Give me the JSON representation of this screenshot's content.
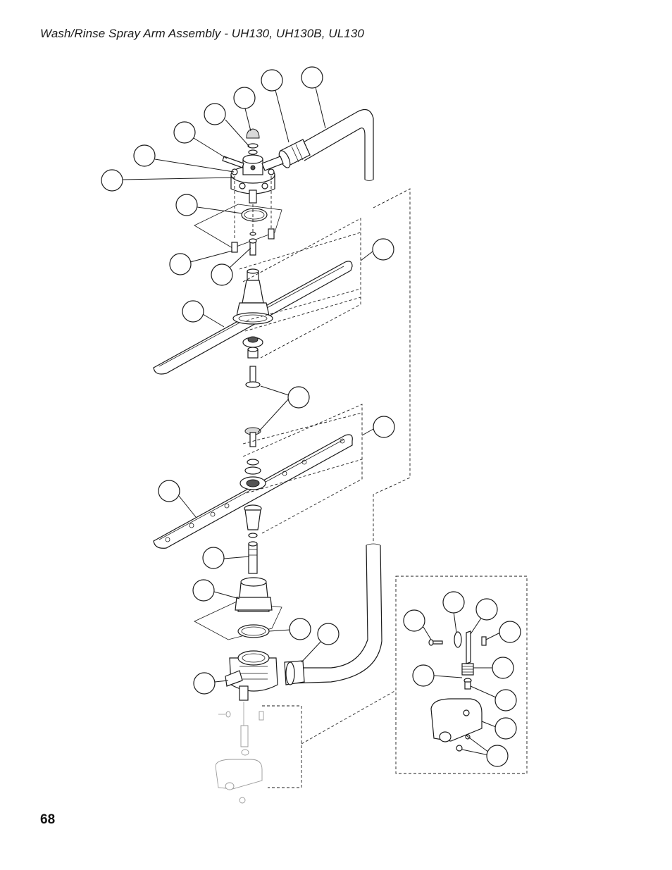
{
  "page": {
    "title": "Wash/Rinse Spray Arm Assembly - UH130, UH130B, UL130",
    "page_number": "68"
  },
  "diagram": {
    "callout_count": 29,
    "callouts_have_labels": false
  }
}
